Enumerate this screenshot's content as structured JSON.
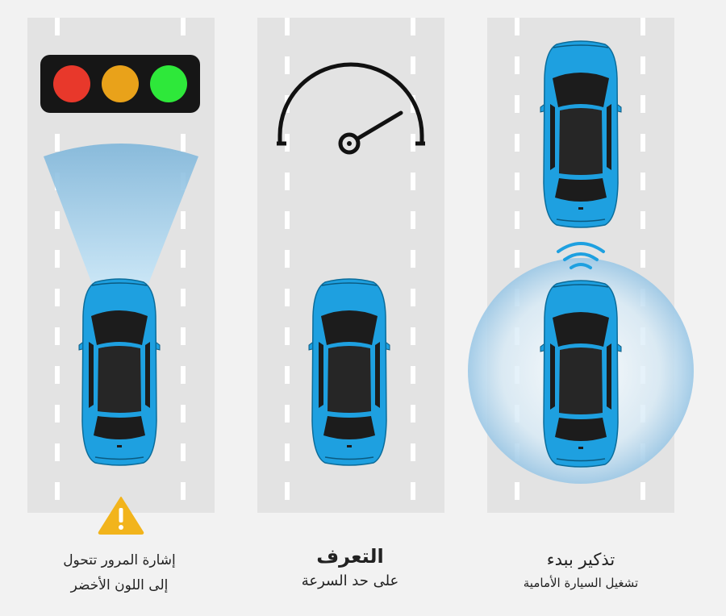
{
  "features": [
    {
      "id": "traffic-light-alert",
      "lines": [
        "إشارة المرور تتحول",
        "إلى اللون الأخضر"
      ]
    },
    {
      "id": "speed-limit-recognition",
      "lines": [
        "التعرف",
        "على حد السرعة"
      ]
    },
    {
      "id": "vehicle-departure-reminder",
      "lines": [
        "تذكير ببدء",
        "تشغيل السيارة الأمامية"
      ]
    }
  ],
  "colors": {
    "car_body": "#1ea0e0",
    "car_window": "#1c1c1c",
    "road": "#e3e3e3",
    "lane_marking": "#ffffff",
    "light_red": "#e8382b",
    "light_amber": "#e9a21a",
    "light_green": "#2ee83a",
    "warning": "#f2b41c"
  },
  "icons": [
    "traffic-light-icon",
    "warning-icon",
    "speedometer-icon",
    "signal-icon"
  ]
}
